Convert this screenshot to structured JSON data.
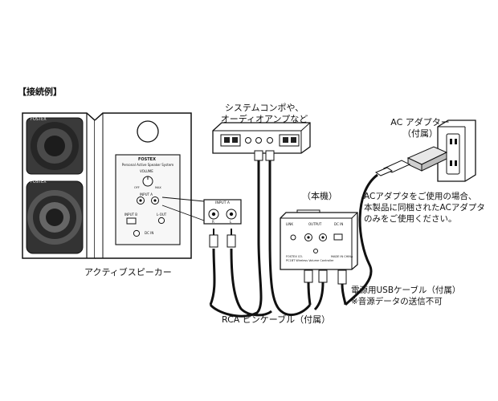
{
  "section_label": "【接続例】",
  "speaker": {
    "brand": "FOSTEX",
    "panel_title": "Personal Active Speaker System",
    "volume_label": "VOLUME",
    "volume_min": "OFF",
    "volume_max": "MAX",
    "input_a_label": "INPUT A",
    "input_b_label": "INPUT B",
    "l_out_label": "L-OUT",
    "dc_in_label": "DC IN",
    "caption": "アクティブスピーカー",
    "zoom_label": "INPUT A",
    "zoom_r": "R",
    "zoom_l": "L"
  },
  "source": {
    "caption_line1": "システムコンポや、",
    "caption_line2": "オーディオアンプなど"
  },
  "adapter": {
    "caption_line1": "AC アダプター",
    "caption_line2": "（付属）"
  },
  "unit": {
    "caption": "（本機）",
    "link_label": "LINK",
    "output_label": "OUTPUT",
    "dc_in_label": "DC IN",
    "model_text": "FOSTEX CO.",
    "model_sub": "PC1BT  Wireless Volume Controller",
    "made_in": "MADE IN CHINA"
  },
  "notes": {
    "adapter_line1": "ACアダプタをご使用の場合、",
    "adapter_line2": "本製品に同梱されたACアダプタ",
    "adapter_line3": "のみをご使用ください。"
  },
  "cables": {
    "rca_label": "RCA ピンケーブル（付属）",
    "usb_line1": "電源用USBケーブル（付属）",
    "usb_line2": "※音源データの送信不可"
  }
}
